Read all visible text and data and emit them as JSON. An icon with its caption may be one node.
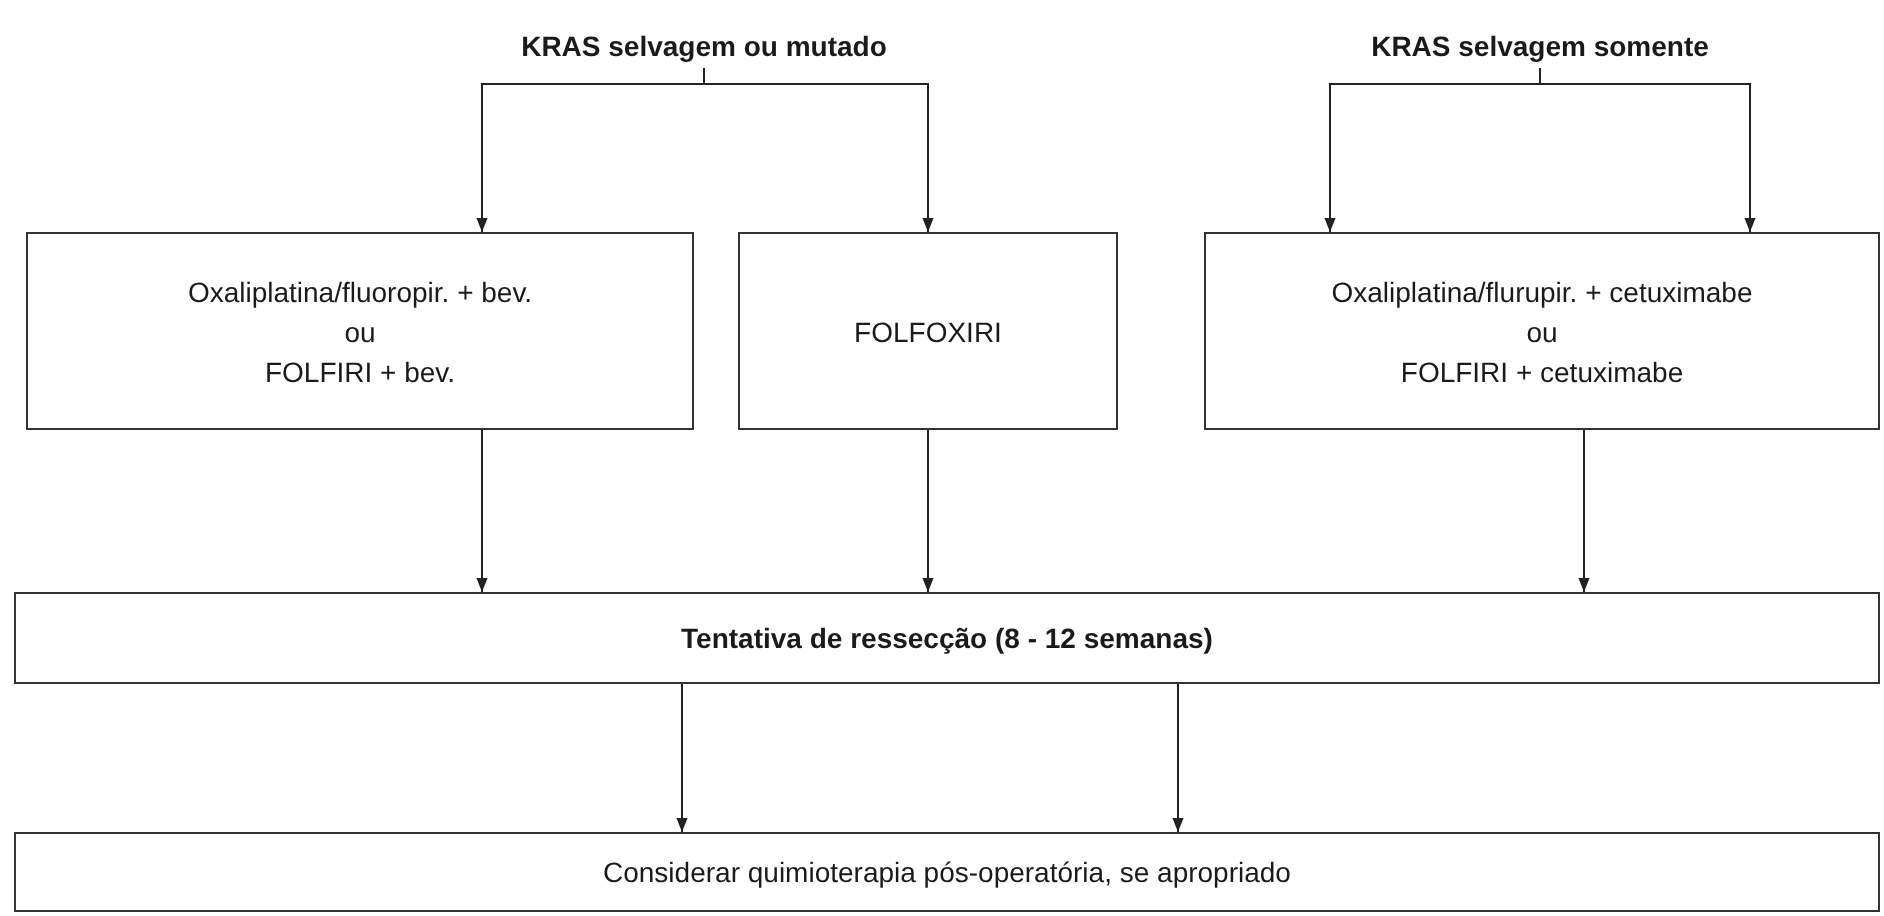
{
  "diagram": {
    "nodes": [
      {
        "text": [
          "KRAS selvagem ou mutado"
        ]
      },
      {
        "text": [
          "KRAS selvagem somente"
        ]
      },
      {
        "text": [
          "Oxaliplatina/fluoropir. + bev.",
          "ou",
          "FOLFIRI + bev."
        ]
      },
      {
        "text": [
          "FOLFOXIRI"
        ]
      },
      {
        "text": [
          "Oxaliplatina/flurupir. + cetuximabe",
          "ou",
          "FOLFIRI + cetuximabe"
        ]
      },
      {
        "text": [
          "Tentativa de ressecção (8 - 12 semanas)"
        ]
      },
      {
        "text": [
          "Considerar quimioterapia pós-operatória, se apropriado"
        ]
      }
    ],
    "edges": [
      {
        "from": 0,
        "to": 2,
        "arrow": "to"
      },
      {
        "from": 0,
        "to": 3,
        "arrow": "to"
      },
      {
        "from": 1,
        "to": 4,
        "arrow": "to"
      },
      {
        "from": 1,
        "to": 4,
        "arrow": "to"
      },
      {
        "from": 2,
        "to": 5,
        "arrow": "to"
      },
      {
        "from": 3,
        "to": 5,
        "arrow": "to"
      },
      {
        "from": 4,
        "to": 5,
        "arrow": "to"
      },
      {
        "from": 5,
        "to": 6,
        "arrow": "to"
      },
      {
        "from": 5,
        "to": 6,
        "arrow": "to"
      }
    ]
  }
}
